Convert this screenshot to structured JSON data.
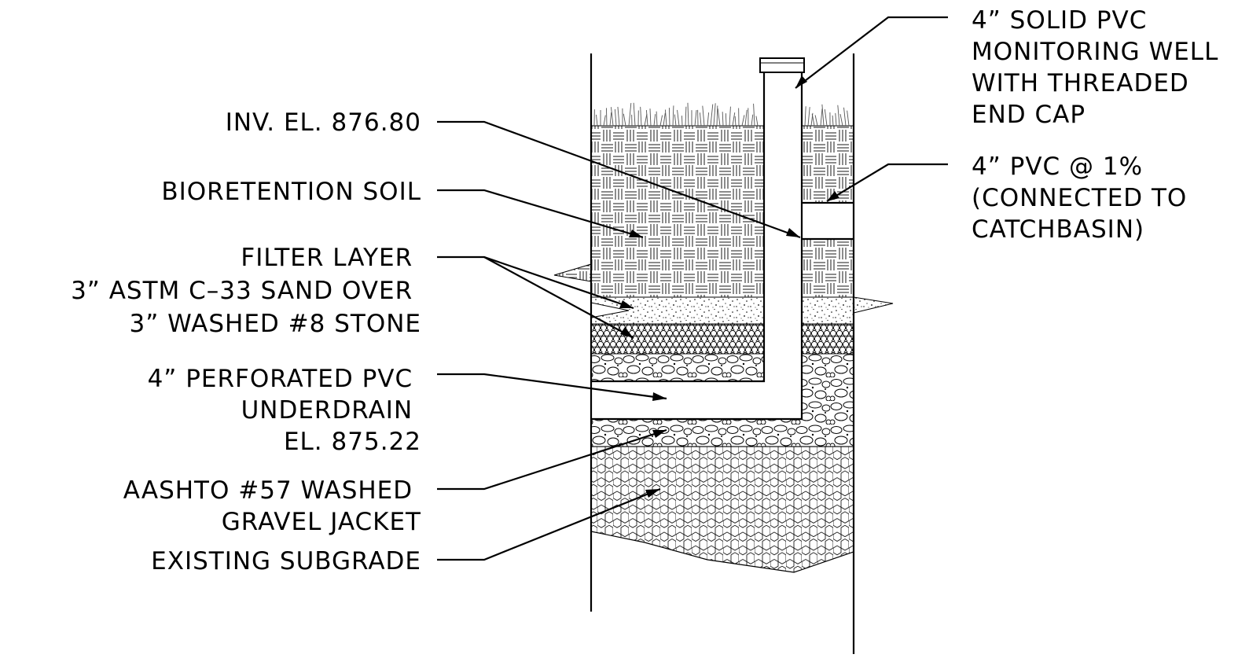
{
  "labels_left": [
    {
      "key": "inv",
      "lines": [
        "INV. EL. 876.80"
      ]
    },
    {
      "key": "soil",
      "lines": [
        "BIORETENTION SOIL"
      ]
    },
    {
      "key": "filter",
      "lines": [
        "FILTER LAYER",
        "3” ASTM C–33 SAND OVER",
        "3” WASHED #8 STONE"
      ]
    },
    {
      "key": "underdrain",
      "lines": [
        "4” PERFORATED PVC",
        "UNDERDRAIN",
        "EL. 875.22"
      ]
    },
    {
      "key": "gravel",
      "lines": [
        "AASHTO #57 WASHED",
        "GRAVEL JACKET"
      ]
    },
    {
      "key": "subgrade",
      "lines": [
        "EXISTING SUBGRADE"
      ]
    }
  ],
  "labels_right": [
    {
      "key": "well",
      "lines": [
        "4” SOLID PVC",
        "MONITORING WELL",
        "WITH THREADED",
        "END CAP"
      ]
    },
    {
      "key": "pvc",
      "lines": [
        "4” PVC @ 1%",
        "(CONNECTED TO",
        "CATCHBASIN)"
      ]
    }
  ]
}
